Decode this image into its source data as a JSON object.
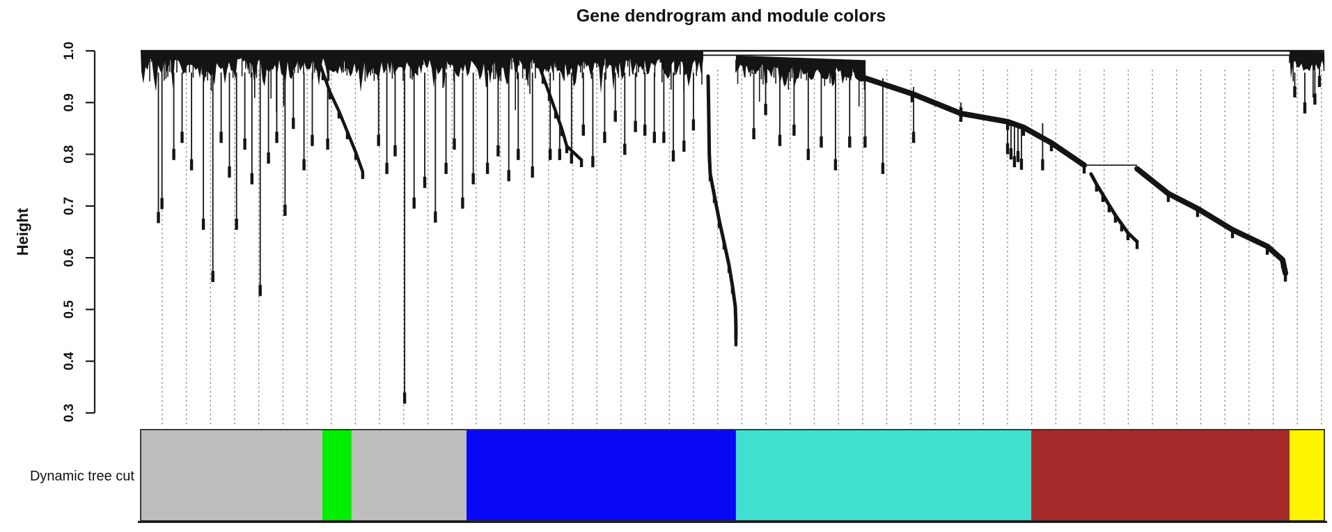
{
  "title": "Gene dendrogram and module colors",
  "axis": {
    "label": "Height",
    "ylim": [
      0.3,
      1.0
    ],
    "ticks": [
      1.0,
      0.9,
      0.8,
      0.7,
      0.6,
      0.5,
      0.4,
      0.3
    ]
  },
  "row_label": "Dynamic tree cut",
  "colors": {
    "tree": "#141414",
    "guide": "#8e8e8e",
    "axis": "#1a1a1a",
    "bar_border": "#2a2a2a"
  },
  "chart_data": {
    "type": "dendrogram",
    "title": "Gene dendrogram and module colors",
    "ylabel": "Height",
    "ylim": [
      0.3,
      1.0
    ],
    "yticks": [
      1.0,
      0.9,
      0.8,
      0.7,
      0.6,
      0.5,
      0.4,
      0.3
    ],
    "grid": false,
    "guide_lines": {
      "count": 49,
      "style": "dotted",
      "color": "#8e8e8e",
      "first_frac": 0.0182,
      "last_frac": 0.9976
    },
    "annotation_row": {
      "label": "Dynamic tree cut",
      "segments": [
        {
          "module": "grey",
          "hex": "#bebebe",
          "from": 0.0,
          "to": 0.1535
        },
        {
          "module": "green",
          "hex": "#00ee00",
          "from": 0.1535,
          "to": 0.1782
        },
        {
          "module": "grey",
          "hex": "#bebebe",
          "from": 0.1782,
          "to": 0.2753
        },
        {
          "module": "blue",
          "hex": "#0808f5",
          "from": 0.2753,
          "to": 0.5029
        },
        {
          "module": "turquoise",
          "hex": "#3fe0d0",
          "from": 0.5029,
          "to": 0.7524
        },
        {
          "module": "brown",
          "hex": "#a52a2a",
          "from": 0.7524,
          "to": 0.9706
        },
        {
          "module": "yellow",
          "hex": "#fdf400",
          "from": 0.9706,
          "to": 1.0
        }
      ]
    },
    "dendrogram": {
      "root_height": 1.0,
      "roots": [
        {
          "f0": 0.0,
          "f1": 1.0,
          "h": 1.0,
          "w": 2.4
        },
        {
          "f0": 0.33,
          "f1": 0.9959,
          "h": 0.9915,
          "w": 1.8
        }
      ],
      "bands": [
        {
          "f0": 0.0,
          "f1": 0.4753,
          "h": 1.0,
          "h1": 1.0,
          "thick": 26,
          "var": 30,
          "hangMax": 58
        },
        {
          "f0": 0.5029,
          "f1": 0.6124,
          "h": 0.991,
          "h1": 0.982,
          "thick": 22,
          "var": 22,
          "hangMax": 72
        },
        {
          "f0": 0.9706,
          "f1": 1.0,
          "h": 1.0,
          "h1": 0.998,
          "thick": 20,
          "var": 18,
          "hangMax": 52
        }
      ],
      "spikes": [
        [
          0.015,
          0.667
        ],
        [
          0.018,
          0.694
        ],
        [
          0.028,
          0.789
        ],
        [
          0.035,
          0.822
        ],
        [
          0.043,
          0.769
        ],
        [
          0.053,
          0.654
        ],
        [
          0.061,
          0.553
        ],
        [
          0.068,
          0.822
        ],
        [
          0.075,
          0.755
        ],
        [
          0.081,
          0.654
        ],
        [
          0.088,
          0.809
        ],
        [
          0.094,
          0.742
        ],
        [
          0.101,
          0.526
        ],
        [
          0.108,
          0.782
        ],
        [
          0.115,
          0.822
        ],
        [
          0.122,
          0.681
        ],
        [
          0.129,
          0.849
        ],
        [
          0.138,
          0.769
        ],
        [
          0.145,
          0.816
        ],
        [
          0.158,
          0.809
        ],
        [
          0.201,
          0.816
        ],
        [
          0.208,
          0.762
        ],
        [
          0.215,
          0.796
        ],
        [
          0.223,
          0.318
        ],
        [
          0.231,
          0.695
        ],
        [
          0.24,
          0.735
        ],
        [
          0.249,
          0.668
        ],
        [
          0.258,
          0.762
        ],
        [
          0.265,
          0.809
        ],
        [
          0.272,
          0.695
        ],
        [
          0.281,
          0.742
        ],
        [
          0.293,
          0.762
        ],
        [
          0.302,
          0.796
        ],
        [
          0.311,
          0.748
        ],
        [
          0.319,
          0.789
        ],
        [
          0.331,
          0.755
        ],
        [
          0.346,
          0.789
        ],
        [
          0.354,
          0.789
        ],
        [
          0.364,
          0.782
        ],
        [
          0.374,
          0.836
        ],
        [
          0.382,
          0.775
        ],
        [
          0.392,
          0.822
        ],
        [
          0.401,
          0.863
        ],
        [
          0.409,
          0.799
        ],
        [
          0.418,
          0.843
        ],
        [
          0.426,
          0.836
        ],
        [
          0.434,
          0.822
        ],
        [
          0.442,
          0.822
        ],
        [
          0.45,
          0.786
        ],
        [
          0.459,
          0.805
        ],
        [
          0.467,
          0.846
        ],
        [
          0.518,
          0.829
        ],
        [
          0.528,
          0.876
        ],
        [
          0.54,
          0.816
        ],
        [
          0.552,
          0.836
        ],
        [
          0.564,
          0.789
        ],
        [
          0.575,
          0.813
        ],
        [
          0.587,
          0.769
        ],
        [
          0.599,
          0.813
        ],
        [
          0.612,
          0.813
        ],
        [
          0.627,
          0.762,
          0.947
        ],
        [
          0.653,
          0.822,
          0.93
        ],
        [
          0.693,
          0.869,
          0.9
        ],
        [
          0.7324,
          0.8,
          0.856
        ],
        [
          0.7353,
          0.79,
          0.856
        ],
        [
          0.7382,
          0.775,
          0.856
        ],
        [
          0.7412,
          0.785,
          0.856
        ],
        [
          0.7441,
          0.77,
          0.856
        ],
        [
          0.762,
          0.769,
          0.86
        ],
        [
          0.9959,
          0.93,
          1.0
        ],
        [
          0.975,
          0.91
        ],
        [
          0.9835,
          0.879
        ],
        [
          0.992,
          0.896
        ]
      ],
      "chains": [
        {
          "w": 8,
          "pts": [
            [
              0.6124,
              0.947
            ],
            [
              0.6518,
              0.917
            ],
            [
              0.6929,
              0.879
            ],
            [
              0.7324,
              0.863
            ],
            [
              0.7459,
              0.852
            ],
            [
              0.7694,
              0.822
            ],
            [
              0.7971,
              0.779
            ]
          ]
        },
        {
          "w": 8,
          "pts": [
            [
              0.8418,
              0.772
            ],
            [
              0.8682,
              0.724
            ],
            [
              0.8929,
              0.695
            ],
            [
              0.9224,
              0.654
            ],
            [
              0.9518,
              0.622
            ],
            [
              0.9647,
              0.596
            ],
            [
              0.9671,
              0.57
            ]
          ]
        },
        {
          "w": 5,
          "pts": [
            [
              0.4794,
              0.951
            ],
            [
              0.4799,
              0.885
            ],
            [
              0.4804,
              0.8
            ],
            [
              0.4812,
              0.762
            ],
            [
              0.4847,
              0.72
            ],
            [
              0.4888,
              0.672
            ],
            [
              0.4929,
              0.63
            ],
            [
              0.4971,
              0.585
            ],
            [
              0.5,
              0.545
            ],
            [
              0.5024,
              0.505
            ],
            [
              0.5029,
              0.468
            ],
            [
              0.5029,
              0.443
            ]
          ]
        },
        {
          "w": 4.5,
          "pts": [
            [
              0.15,
              0.984
            ],
            [
              0.1541,
              0.957
            ],
            [
              0.16,
              0.92
            ],
            [
              0.1676,
              0.883
            ],
            [
              0.1747,
              0.843
            ],
            [
              0.1818,
              0.803
            ],
            [
              0.1876,
              0.766
            ]
          ]
        },
        {
          "w": 4.5,
          "pts": [
            [
              0.3359,
              0.977
            ],
            [
              0.34,
              0.95
            ],
            [
              0.3453,
              0.917
            ],
            [
              0.3506,
              0.883
            ],
            [
              0.3559,
              0.849
            ],
            [
              0.36,
              0.816
            ],
            [
              0.3724,
              0.789
            ]
          ]
        },
        {
          "w": 5,
          "pts": [
            [
              0.8029,
              0.762
            ],
            [
              0.8076,
              0.742
            ],
            [
              0.8129,
              0.722
            ],
            [
              0.8182,
              0.702
            ],
            [
              0.8235,
              0.682
            ],
            [
              0.8288,
              0.665
            ],
            [
              0.8341,
              0.648
            ],
            [
              0.8418,
              0.631
            ]
          ]
        }
      ],
      "ledges": [
        {
          "f0": 0.7971,
          "f1": 0.8418,
          "h": 0.779
        },
        {
          "f0": 0.7324,
          "f1": 0.7459,
          "h": 0.856
        }
      ]
    }
  }
}
